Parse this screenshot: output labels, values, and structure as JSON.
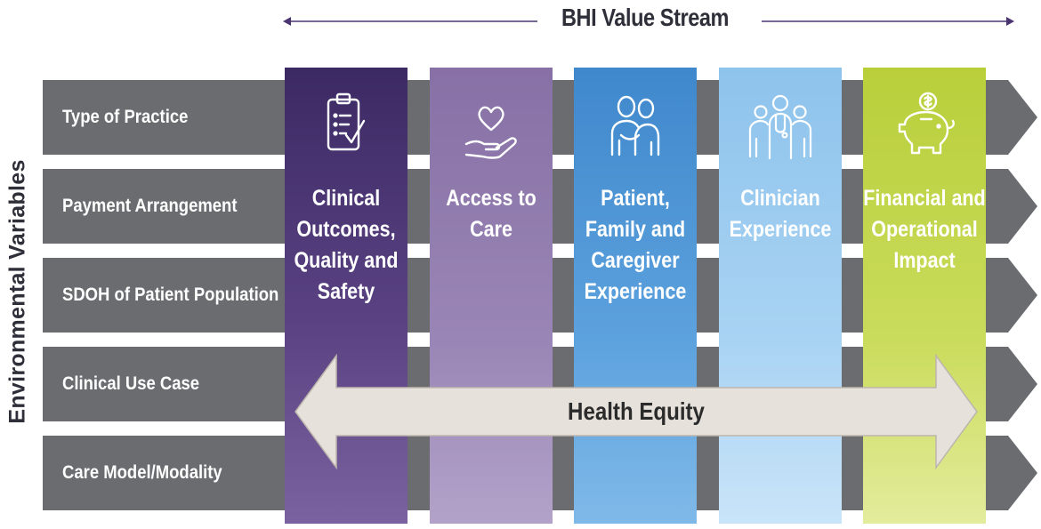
{
  "header": {
    "title": "BHI Value Stream"
  },
  "side_label": "Environmental Variables",
  "rows": [
    {
      "label": "Type of Practice"
    },
    {
      "label": "Payment Arrangement"
    },
    {
      "label": "SDOH of Patient Population"
    },
    {
      "label": "Clinical Use Case"
    },
    {
      "label": "Care Model/Modality"
    }
  ],
  "columns": [
    {
      "title": "Clinical\nOutcomes,\nQuality and\nSafety",
      "icon": "clipboard-check-icon",
      "color": "#4a3572"
    },
    {
      "title": "Access to\nCare",
      "icon": "heart-hand-icon",
      "color": "#8f79ac"
    },
    {
      "title": "Patient,\nFamily and\nCaregiver\nExperience",
      "icon": "family-icon",
      "color": "#4f95d6"
    },
    {
      "title": "Clinician\nExperience",
      "icon": "clinicians-icon",
      "color": "#9ccbef"
    },
    {
      "title": "Financial and\nOperational\nImpact",
      "icon": "piggy-bank-icon",
      "color": "#c3d64a"
    }
  ],
  "equity": {
    "label": "Health Equity",
    "color": "#e6e1db"
  },
  "colors": {
    "row_bar": "#6a6c6f",
    "header_arrow": "#4a3572",
    "text_dark": "#2f2f3a"
  }
}
